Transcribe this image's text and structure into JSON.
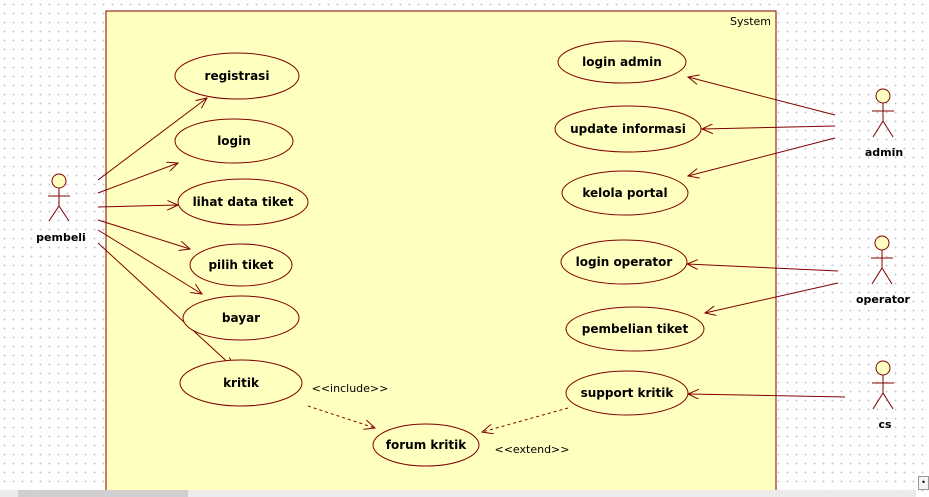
{
  "system_label": "System",
  "actors": {
    "pembeli": "pembeli",
    "admin": "admin",
    "operator": "operator",
    "cs": "cs"
  },
  "use_cases": {
    "registrasi": "registrasi",
    "login": "login",
    "lihat_data_tiket": "lihat data tiket",
    "pilih_tiket": "pilih tiket",
    "bayar": "bayar",
    "kritik": "kritik",
    "forum_kritik": "forum kritik",
    "login_admin": "login admin",
    "update_informasi": "update informasi",
    "kelola_portal": "kelola portal",
    "login_operator": "login operator",
    "pembelian_tiket": "pembelian tiket",
    "support_kritik": "support kritik"
  },
  "stereotypes": {
    "include": "<<include>>",
    "extend": "<<extend>>"
  },
  "colors": {
    "system_fill": "#ffffc0",
    "line": "#800000",
    "actor_head": "#ffffc0"
  },
  "scroll_corner_glyph": "•"
}
